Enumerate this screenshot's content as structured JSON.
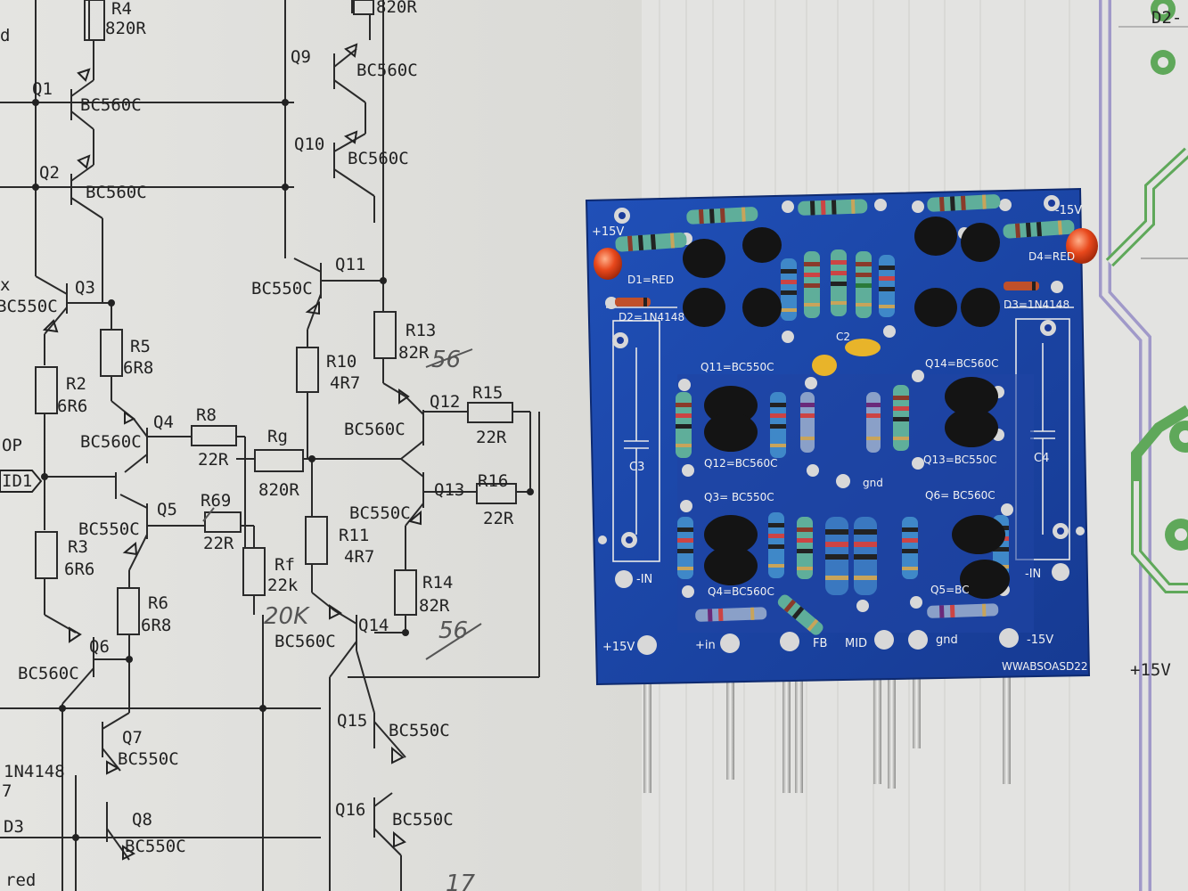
{
  "schematic": {
    "labels": [
      {
        "id": "r4",
        "text": "R4"
      },
      {
        "id": "r4v",
        "text": "820R"
      },
      {
        "id": "r20top",
        "text": "820R"
      },
      {
        "id": "q1",
        "text": "Q1"
      },
      {
        "id": "q1t",
        "text": "BC560C"
      },
      {
        "id": "q9",
        "text": "Q9"
      },
      {
        "id": "q9t",
        "text": "BC560C"
      },
      {
        "id": "q2",
        "text": "Q2"
      },
      {
        "id": "q2t",
        "text": "BC560C"
      },
      {
        "id": "q10",
        "text": "Q10"
      },
      {
        "id": "q10t",
        "text": "BC560C"
      },
      {
        "id": "q3",
        "text": "Q3"
      },
      {
        "id": "q3t",
        "text": "BC550C"
      },
      {
        "id": "q11",
        "text": "Q11"
      },
      {
        "id": "q11t",
        "text": "BC550C"
      },
      {
        "id": "r5",
        "text": "R5"
      },
      {
        "id": "r5v",
        "text": "6R8"
      },
      {
        "id": "r2",
        "text": "R2"
      },
      {
        "id": "r2v",
        "text": "6R6"
      },
      {
        "id": "r13",
        "text": "R13"
      },
      {
        "id": "r13v",
        "text": "82R"
      },
      {
        "id": "r10",
        "text": "R10"
      },
      {
        "id": "r10v",
        "text": "4R7"
      },
      {
        "id": "q12",
        "text": "Q12"
      },
      {
        "id": "r15",
        "text": "R15"
      },
      {
        "id": "r15v",
        "text": "22R"
      },
      {
        "id": "q12t",
        "text": "BC560C"
      },
      {
        "id": "q4",
        "text": "Q4"
      },
      {
        "id": "q4t",
        "text": "BC560C"
      },
      {
        "id": "r8",
        "text": "R8"
      },
      {
        "id": "r8v",
        "text": "22R"
      },
      {
        "id": "rg",
        "text": "Rg"
      },
      {
        "id": "rgv",
        "text": "820R"
      },
      {
        "id": "q13",
        "text": "Q13"
      },
      {
        "id": "r16",
        "text": "R16"
      },
      {
        "id": "r16v",
        "text": "22R"
      },
      {
        "id": "q13t",
        "text": "BC550C"
      },
      {
        "id": "q5",
        "text": "Q5"
      },
      {
        "id": "r69",
        "text": "R69"
      },
      {
        "id": "r69v",
        "text": "22R"
      },
      {
        "id": "q5t",
        "text": "BC550C"
      },
      {
        "id": "r3",
        "text": "R3"
      },
      {
        "id": "r3v",
        "text": "6R6"
      },
      {
        "id": "r11",
        "text": "R11"
      },
      {
        "id": "r11v",
        "text": "4R7"
      },
      {
        "id": "rf",
        "text": "Rf"
      },
      {
        "id": "rfv",
        "text": "22k"
      },
      {
        "id": "r14",
        "text": "R14"
      },
      {
        "id": "r14v",
        "text": "82R"
      },
      {
        "id": "r6",
        "text": "R6"
      },
      {
        "id": "r6v",
        "text": "6R8"
      },
      {
        "id": "q14",
        "text": "Q14"
      },
      {
        "id": "q14t",
        "text": "BC560C"
      },
      {
        "id": "q6",
        "text": "Q6"
      },
      {
        "id": "q6t",
        "text": "BC560C"
      },
      {
        "id": "q7",
        "text": "Q7"
      },
      {
        "id": "q7t",
        "text": "BC550C"
      },
      {
        "id": "q15",
        "text": "Q15"
      },
      {
        "id": "q15t",
        "text": "BC550C"
      },
      {
        "id": "d1n",
        "text": "1N4148"
      },
      {
        "id": "q8",
        "text": "Q8"
      },
      {
        "id": "q8t",
        "text": "BC550C"
      },
      {
        "id": "q16",
        "text": "Q16"
      },
      {
        "id": "q16t",
        "text": "BC550C"
      },
      {
        "id": "d3",
        "text": "D3"
      },
      {
        "id": "red",
        "text": "red"
      },
      {
        "id": "d",
        "text": "d"
      },
      {
        "id": "x",
        "text": "x"
      },
      {
        "id": "seven",
        "text": "7"
      },
      {
        "id": "op",
        "text": "OP"
      },
      {
        "id": "id1",
        "text": "ID1"
      }
    ],
    "handwritten": [
      {
        "id": "h20k",
        "text": "20K"
      },
      {
        "id": "h56a",
        "text": "56"
      },
      {
        "id": "h56b",
        "text": "56"
      },
      {
        "id": "h17",
        "text": "17"
      }
    ]
  },
  "pcb": {
    "labels": [
      {
        "id": "p15a",
        "text": "+15V"
      },
      {
        "id": "p15b",
        "text": "-15V"
      },
      {
        "id": "d1red",
        "text": "D1=RED"
      },
      {
        "id": "d2",
        "text": "D2=1N4148"
      },
      {
        "id": "d4red",
        "text": "D4=RED"
      },
      {
        "id": "d3n",
        "text": "D3=1N4148"
      },
      {
        "id": "c3",
        "text": "C3"
      },
      {
        "id": "c4",
        "text": "C4"
      },
      {
        "id": "q11b",
        "text": "Q11=BC550C"
      },
      {
        "id": "q14b",
        "text": "Q14=BC560C"
      },
      {
        "id": "q12b",
        "text": "Q12=BC560C"
      },
      {
        "id": "q13b",
        "text": "Q13=BC550C"
      },
      {
        "id": "q3b",
        "text": "Q3= BC550C"
      },
      {
        "id": "q6b",
        "text": "Q6= BC560C"
      },
      {
        "id": "q4b",
        "text": "Q4=BC560C"
      },
      {
        "id": "q5b",
        "text": "Q5=BC"
      },
      {
        "id": "c2",
        "text": "C2"
      },
      {
        "id": "gnd1",
        "text": "gnd"
      },
      {
        "id": "inl",
        "text": "-IN"
      },
      {
        "id": "inr",
        "text": "-IN"
      },
      {
        "id": "bp15",
        "text": "+15V"
      },
      {
        "id": "binp",
        "text": "+in"
      },
      {
        "id": "bfb",
        "text": "FB"
      },
      {
        "id": "bmid",
        "text": "MID"
      },
      {
        "id": "bgnd",
        "text": "gnd"
      },
      {
        "id": "bm15",
        "text": "-15V"
      },
      {
        "id": "brand",
        "text": "WWABSOASD22"
      }
    ],
    "colors": {
      "board": "#1a3a9a",
      "mask": "#234aa8",
      "led": "#e2451c"
    }
  },
  "right_sheet": {
    "labels": [
      {
        "id": "d2r",
        "text": "D2-"
      },
      {
        "id": "p15r",
        "text": "+15V"
      }
    ],
    "colors": {
      "trace": "#5fa85a",
      "outline": "#8a80c0"
    }
  }
}
